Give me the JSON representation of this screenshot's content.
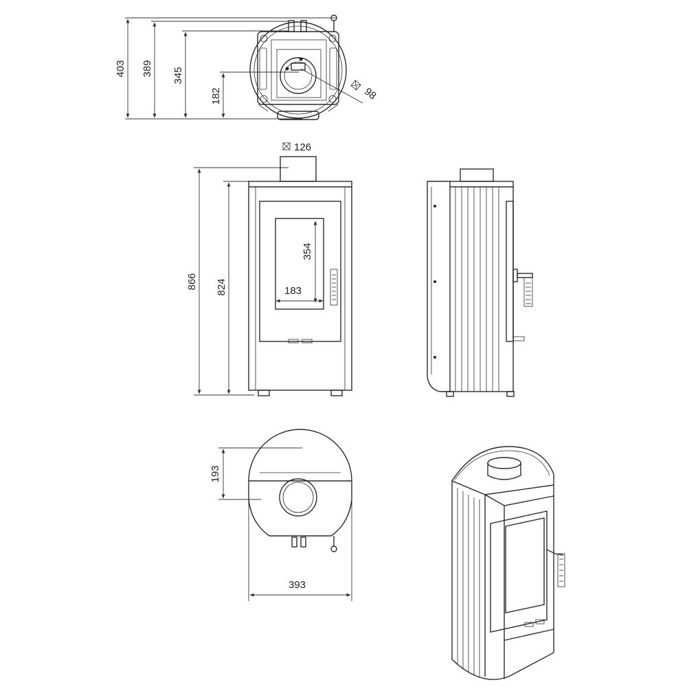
{
  "bottom_view": {
    "dim_403": "403",
    "dim_389": "389",
    "dim_345": "345",
    "dim_182": "182",
    "dim_98": "98"
  },
  "front_view": {
    "dim_126": "126",
    "dim_866": "866",
    "dim_824": "824",
    "dim_354": "354",
    "dim_183": "183"
  },
  "top_view": {
    "dim_193": "193",
    "dim_393": "393"
  }
}
